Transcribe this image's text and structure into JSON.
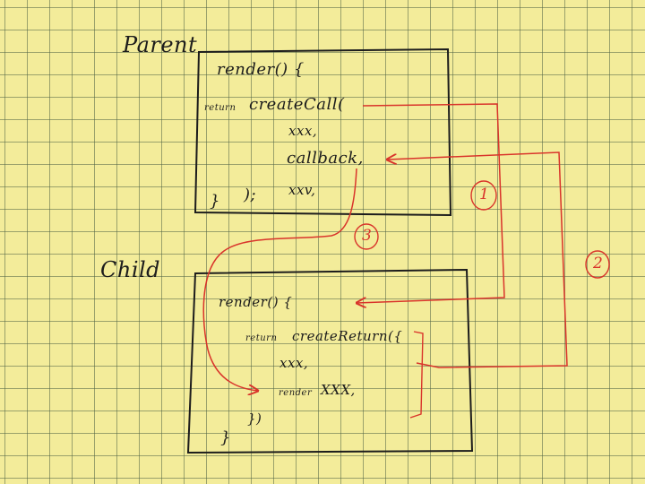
{
  "colors": {
    "paper": "#f3ec9a",
    "grid": "#5a6a4a",
    "ink": "#1c1c1c",
    "arrow": "#d9342b"
  },
  "parent": {
    "label": "Parent",
    "render_open": "render() {",
    "return_kw": "return",
    "create_call": "createCall(",
    "arg1": "xxx,",
    "arg2": "callback,",
    "arg3": "xxv,",
    "close_paren": ");",
    "close_brace": "}"
  },
  "child": {
    "label": "Child",
    "render_open": "render() {",
    "return_kw": "return",
    "create_return": "createReturn({",
    "arg1": "xxx,",
    "arg2_prefix": "render",
    "arg2_value": "XXX,",
    "close_paren": "})",
    "close_brace": "}"
  },
  "markers": {
    "one": "1",
    "two": "2",
    "three": "3"
  }
}
